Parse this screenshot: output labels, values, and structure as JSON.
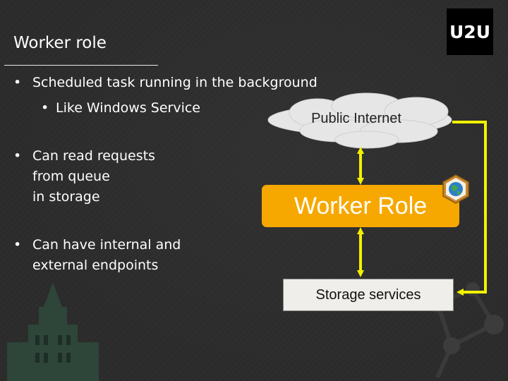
{
  "slide": {
    "title": "Worker role",
    "logo_text": "U2U",
    "bullets": [
      {
        "text": "Scheduled task running in the background"
      },
      {
        "text": "Like Windows Service"
      },
      {
        "text": "Can read requests\nfrom queue\nin storage"
      },
      {
        "text": "Can have internal and\nexternal endpoints"
      }
    ]
  },
  "diagram": {
    "cloud_label": "Public Internet",
    "worker_label": "Worker Role",
    "storage_label": "Storage services",
    "colors": {
      "worker_fill": "#f6a800",
      "arrow": "#f2f200",
      "cloud": "#e6e6e6",
      "storage_fill": "#f0eeea"
    },
    "icons": {
      "badge": "globe-icon"
    }
  }
}
